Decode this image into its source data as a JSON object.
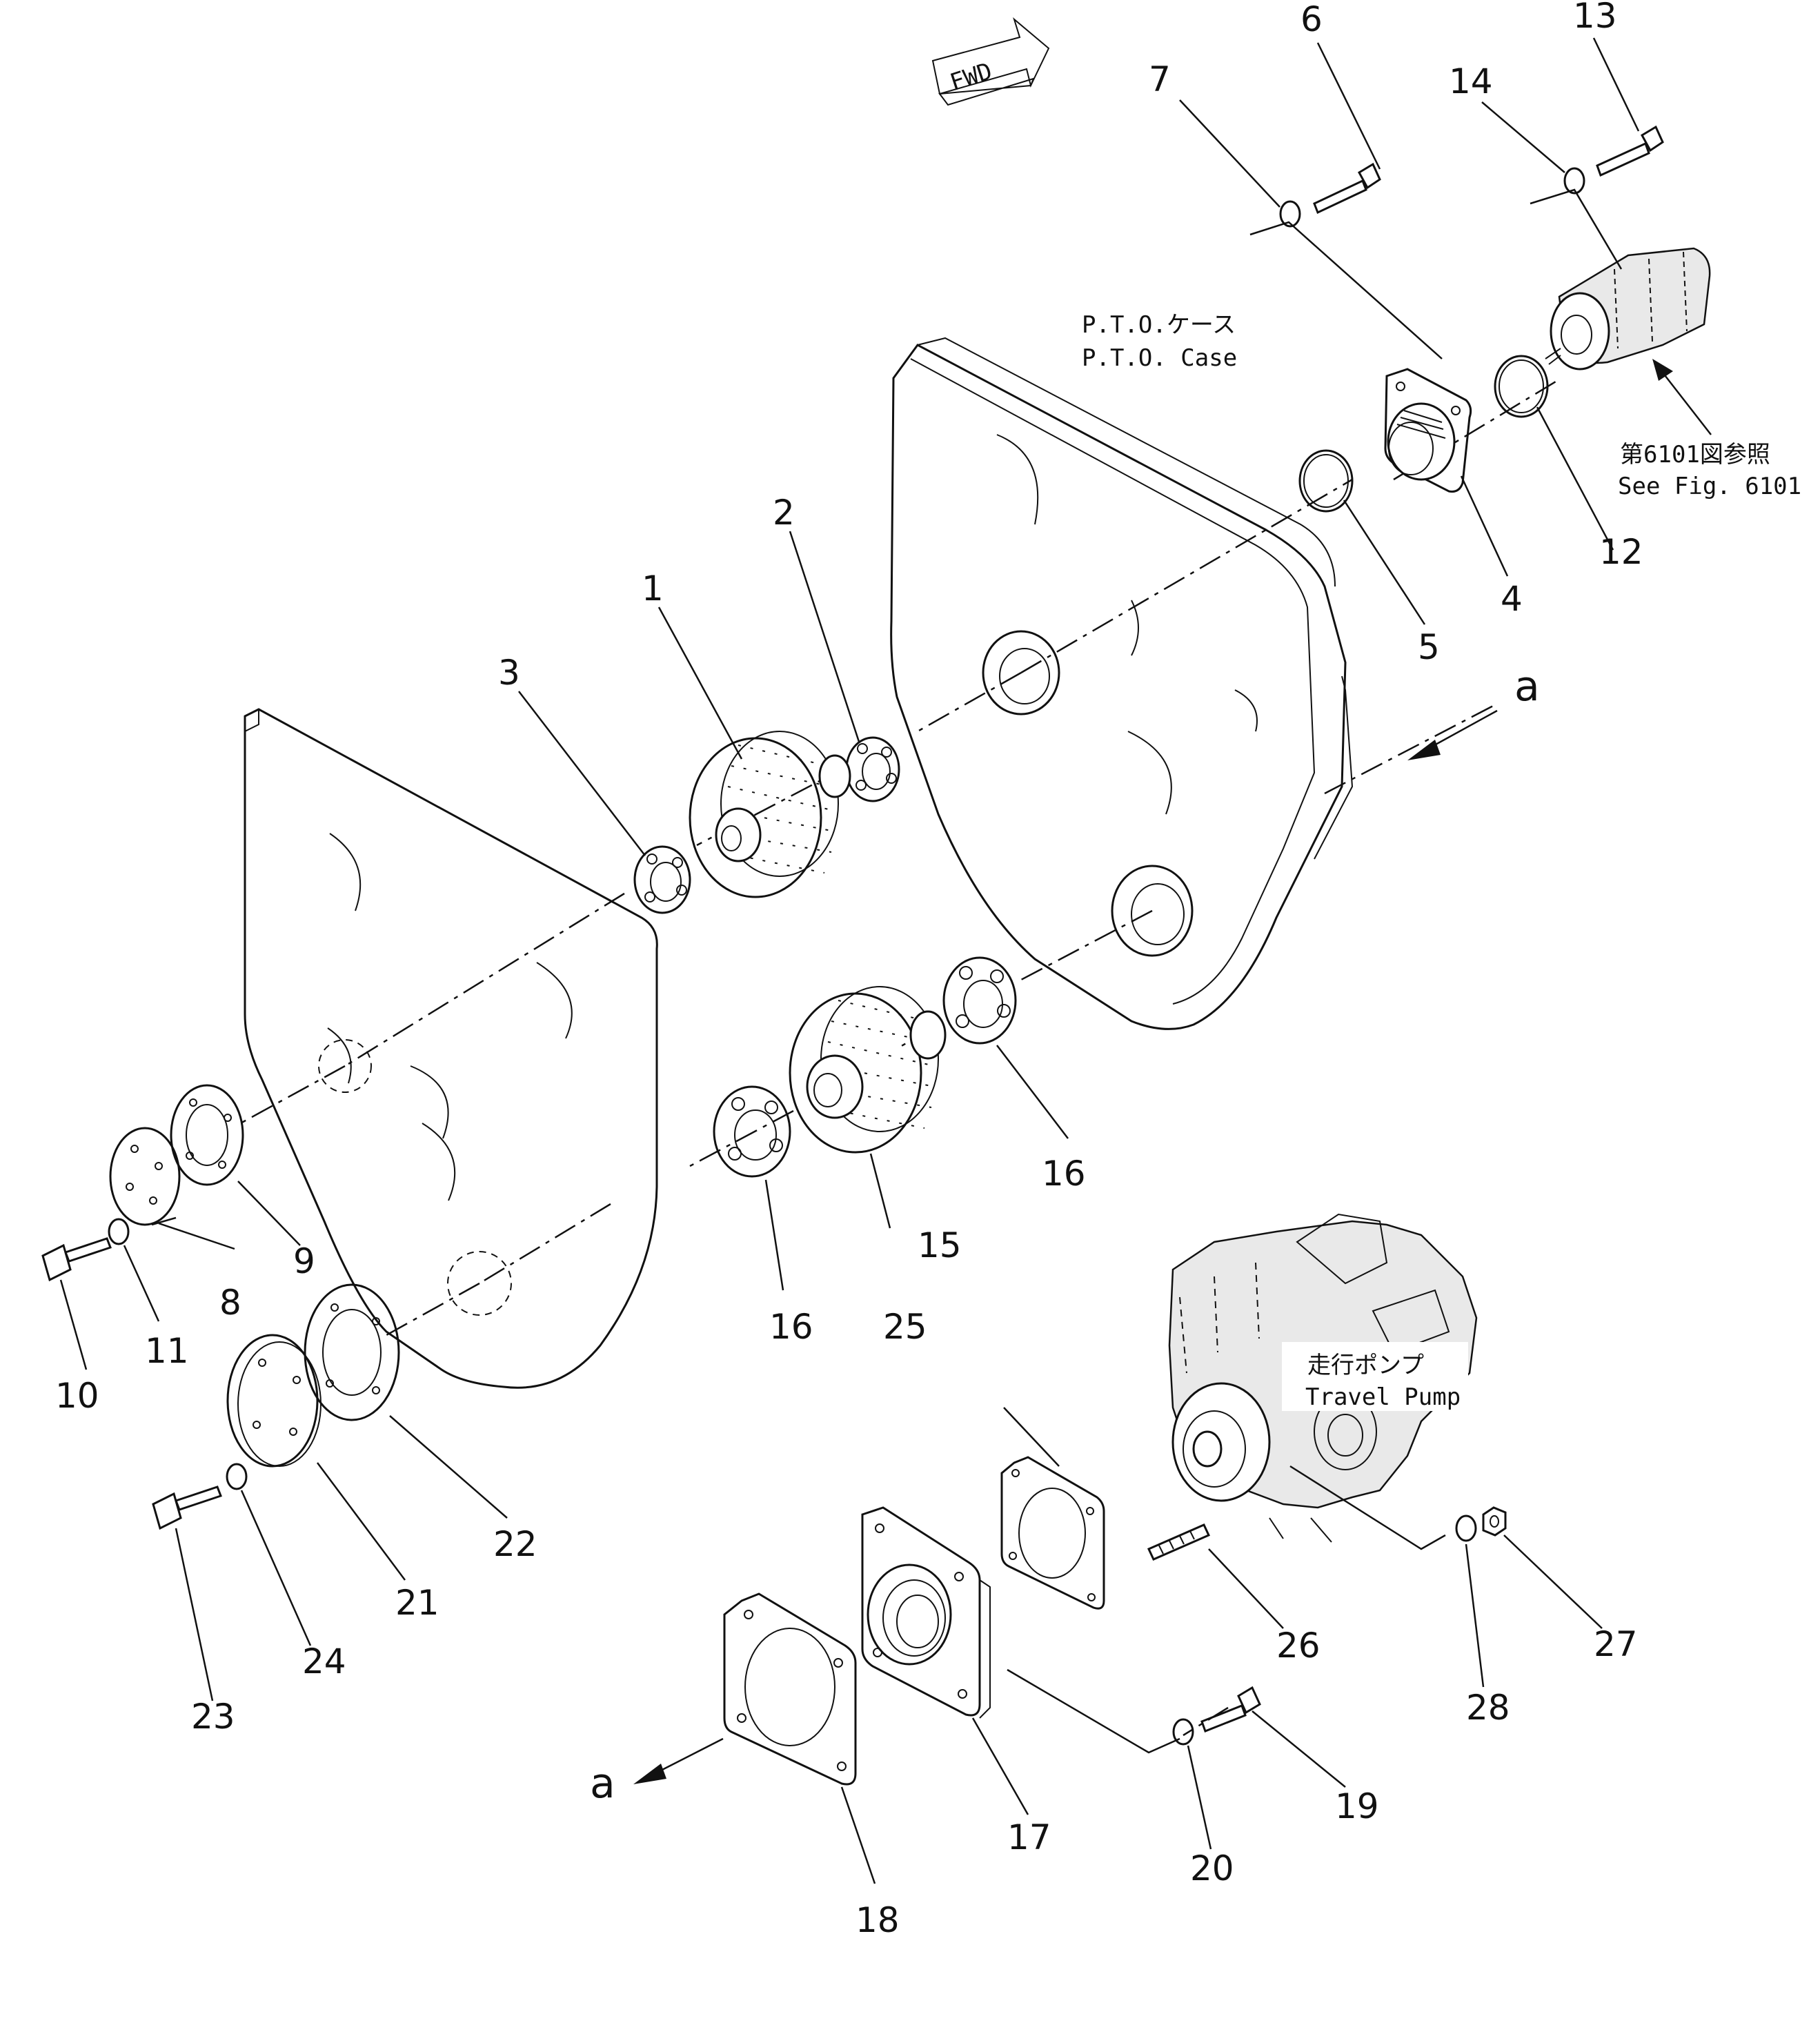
{
  "fwd_label": "FWD",
  "pto_case": {
    "label_jp": "P.T.O.ケース",
    "label_en": "P.T.O. Case"
  },
  "see_fig": {
    "label_jp": "第6101図参照",
    "label_en": "See Fig. 6101"
  },
  "travel_pump": {
    "label_jp": "走行ポンプ",
    "label_en": "Travel Pump"
  },
  "section_marks": {
    "upper": "a",
    "lower": "a"
  },
  "part_numbers": {
    "p1": "1",
    "p2": "2",
    "p3": "3",
    "p4": "4",
    "p5": "5",
    "p6": "6",
    "p7": "7",
    "p8": "8",
    "p9": "9",
    "p10": "10",
    "p11": "11",
    "p12": "12",
    "p13": "13",
    "p14": "14",
    "p15": "15",
    "p16a": "16",
    "p16b": "16",
    "p17": "17",
    "p18": "18",
    "p19": "19",
    "p20": "20",
    "p21": "21",
    "p22": "22",
    "p23": "23",
    "p24": "24",
    "p25": "25",
    "p26": "26",
    "p27": "27",
    "p28": "28"
  }
}
